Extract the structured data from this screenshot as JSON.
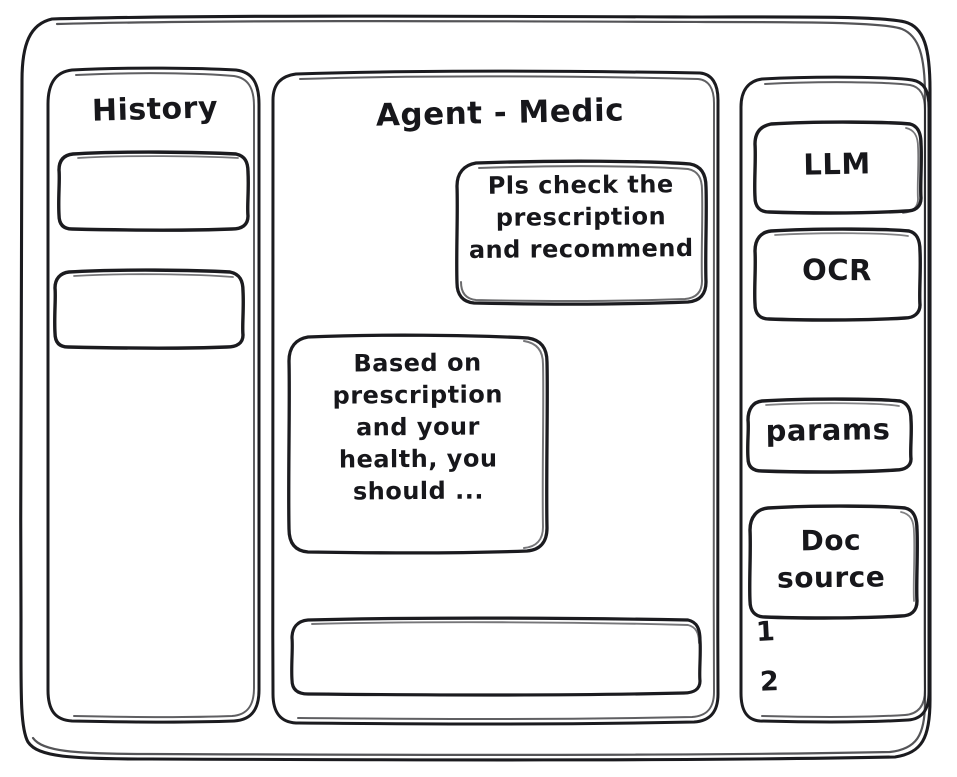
{
  "window": {
    "style": "hand-drawn-wireframe",
    "background": "#ffffff",
    "ink_color": "#1b1b1f"
  },
  "sidebar": {
    "title": "History",
    "items": [
      {
        "label": "",
        "name": "history-item-1"
      },
      {
        "label": "",
        "name": "history-item-2"
      }
    ]
  },
  "main": {
    "title": "Agent - Medic",
    "messages": [
      {
        "role": "user",
        "text": "Pls check the\nprescription\nand recommend"
      },
      {
        "role": "assistant",
        "text": "Based on\nprescription\nand your\nhealth, you\nshould ..."
      }
    ],
    "composer": {
      "value": "",
      "placeholder": ""
    }
  },
  "tools": {
    "buttons": [
      {
        "label": "LLM",
        "name": "tool-button-llm"
      },
      {
        "label": "OCR",
        "name": "tool-button-ocr"
      },
      {
        "label": "params",
        "name": "tool-button-params"
      }
    ],
    "doc_source": {
      "label": "Doc\nsource",
      "items": [
        "1",
        "2"
      ]
    }
  }
}
